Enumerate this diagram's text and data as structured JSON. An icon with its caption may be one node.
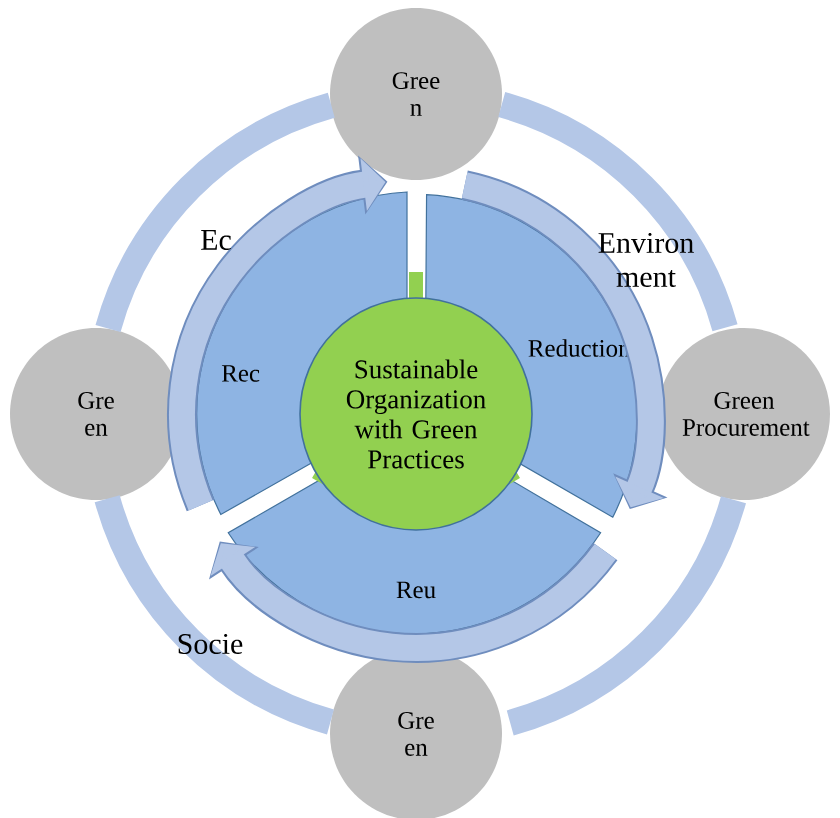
{
  "diagram": {
    "nodes": [
      {
        "text": [
          "Gree n"
        ]
      },
      {
        "text": [
          "Rec"
        ]
      },
      {
        "text": [
          "Reduction"
        ]
      },
      {
        "text": [
          "Sustainable Organization with Green Practices"
        ]
      },
      {
        "text": [
          "Gre en"
        ]
      },
      {
        "text": [
          "Green Procurement"
        ]
      },
      {
        "text": [
          "Reu"
        ]
      },
      {
        "text": [
          "Gre en"
        ]
      }
    ],
    "edges": [
      {
        "from": 0,
        "to": 5,
        "arrow": "none"
      },
      {
        "from": 5,
        "to": 7,
        "arrow": "none"
      },
      {
        "from": 7,
        "to": 4,
        "arrow": "none"
      },
      {
        "from": 4,
        "to": 0,
        "arrow": "none"
      }
    ],
    "labels": [
      "Ec",
      "Environ ment",
      "Socie"
    ]
  }
}
